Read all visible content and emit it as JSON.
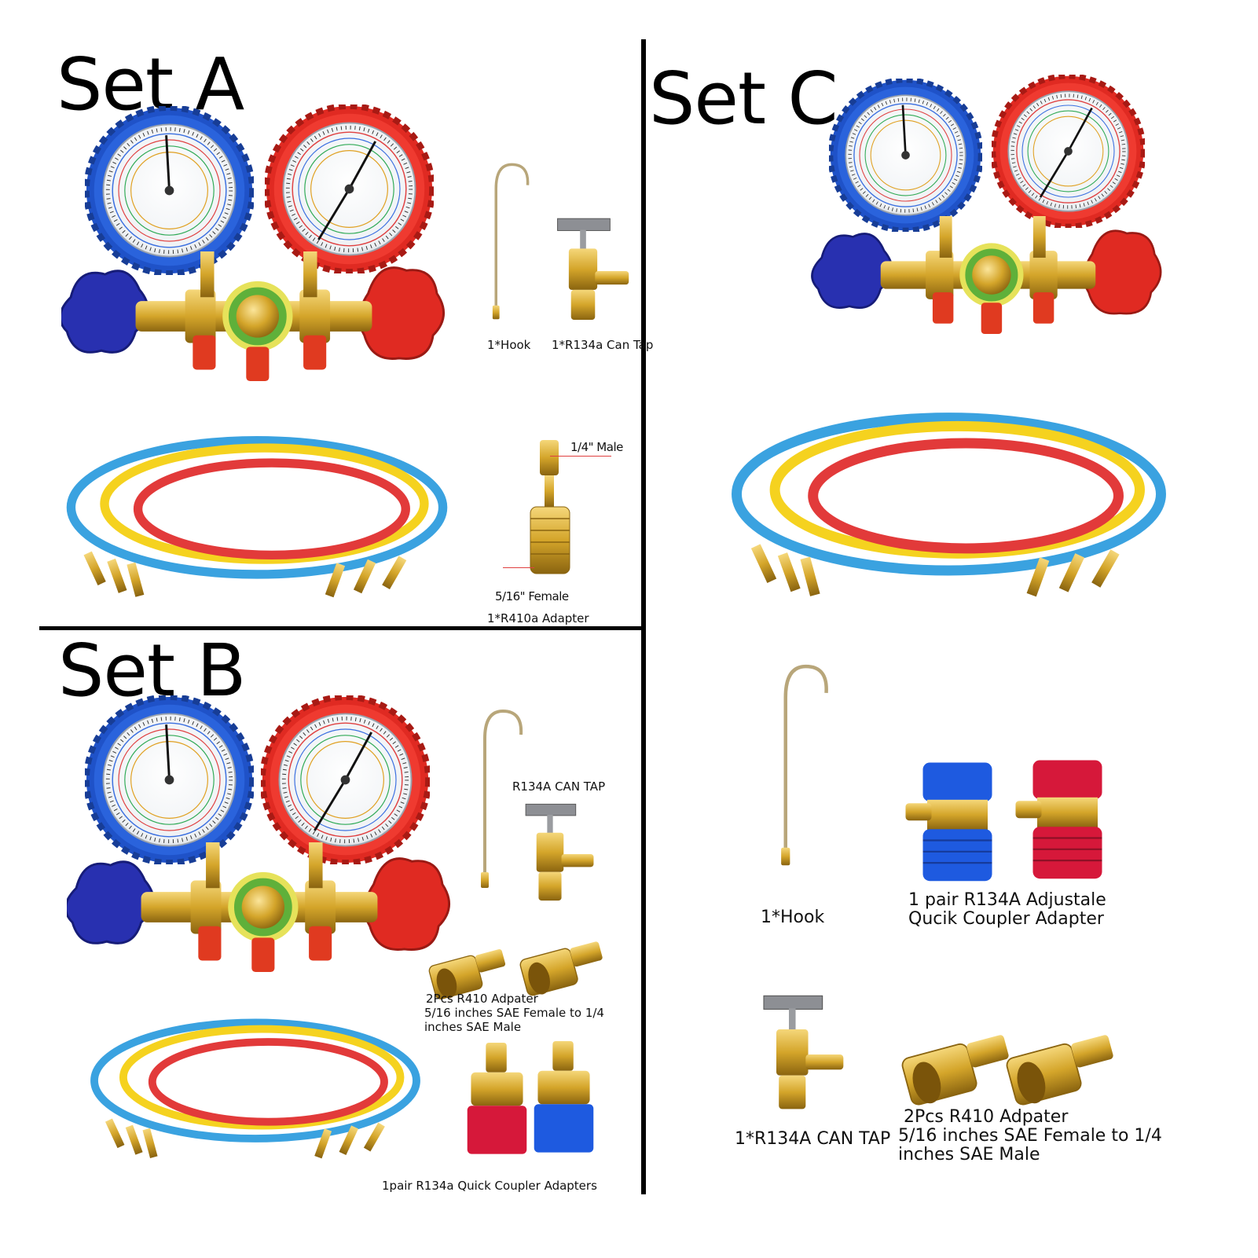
{
  "set_a": {
    "title": "Set A",
    "hook_label": "1*Hook",
    "can_tap_label": "1*R134a Can Tap",
    "male_label": "1/4\" Male",
    "female_label": "5/16\" Female",
    "adapter_label": "1*R410a Adapter"
  },
  "set_b": {
    "title": "Set B",
    "can_tap_label": "R134A CAN TAP",
    "r410_label_lines": [
      "2Pcs R410 Adpater",
      "5/16 inches SAE Female to 1/4",
      "inches SAE Male"
    ],
    "coupler_label": "1pair R134a Quick Coupler Adapters"
  },
  "set_c": {
    "title": "Set C",
    "hook_label": "1*Hook",
    "coupler_label_lines": [
      "1 pair R134A Adjustale",
      "Qucik Coupler Adapter"
    ],
    "can_tap_label": "1*R134A CAN TAP",
    "r410_label_lines": [
      "2Pcs R410 Adpater",
      "5/16 inches SAE Female to 1/4",
      "inches SAE Male"
    ]
  },
  "colors": {
    "blue_gauge": "#1f52c8",
    "red_gauge": "#e02a22",
    "brass": "#d4a52a",
    "hose_red": "#e23a3a",
    "hose_yellow": "#f5d21f",
    "hose_blue": "#3aa2e0"
  }
}
